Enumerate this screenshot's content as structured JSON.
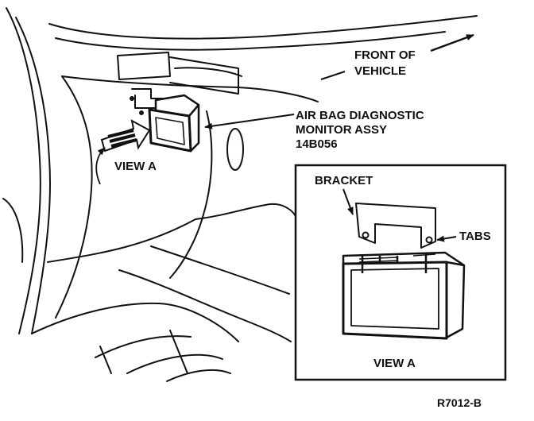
{
  "labels": {
    "front_of_vehicle_line1": "FRONT OF",
    "front_of_vehicle_line2": "VEHICLE",
    "monitor_line1": "AIR BAG DIAGNOSTIC",
    "monitor_line2": "MONITOR ASSY",
    "monitor_line3": "14B056",
    "view_a_main": "VIEW A",
    "bracket": "BRACKET",
    "tabs": "TABS",
    "view_a_inset": "VIEW A",
    "figure_code": "R7012-B"
  },
  "colors": {
    "ink": "#111111",
    "paper": "#ffffff"
  }
}
